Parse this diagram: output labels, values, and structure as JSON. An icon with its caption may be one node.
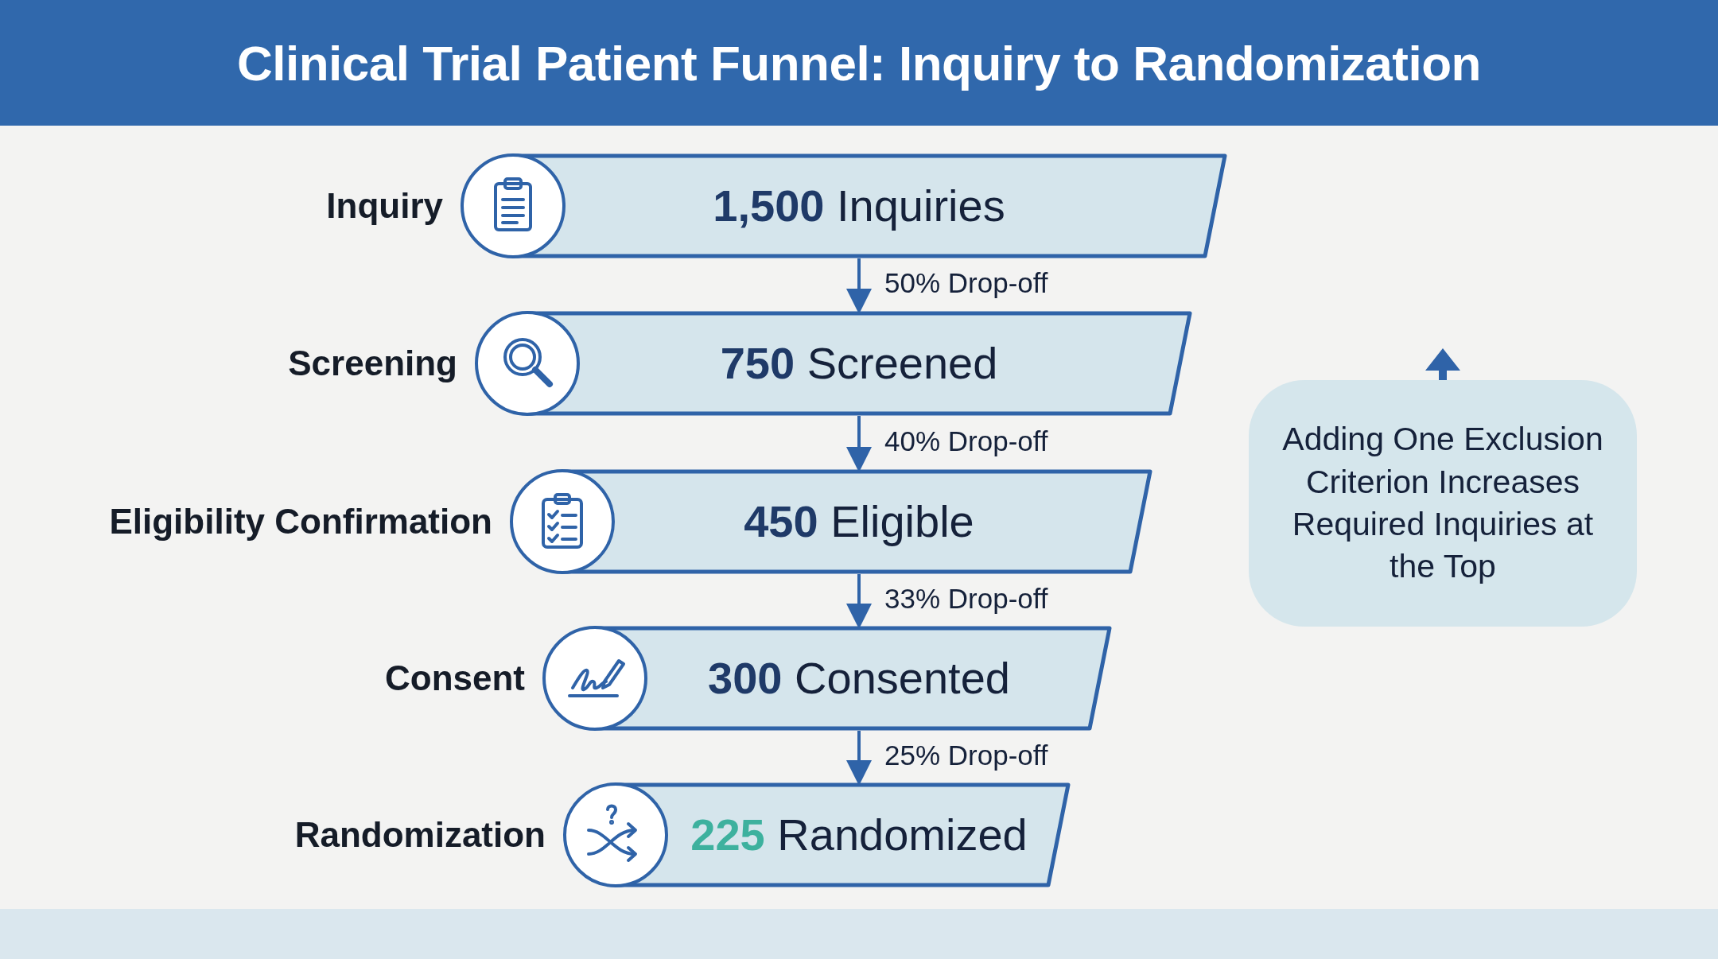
{
  "diagram": {
    "title": "Clinical Trial Patient Funnel: Inquiry to Randomization",
    "nodes": [
      {
        "text": [
          "Inquiry",
          "**1,500** Inquiries"
        ]
      },
      {
        "text": [
          "Screening",
          "**750** Screened"
        ]
      },
      {
        "text": [
          "Eligibility Confirmation",
          "**450** Eligible"
        ]
      },
      {
        "text": [
          "Consent",
          "**300** Consented"
        ]
      },
      {
        "text": [
          "Randomization",
          "**225** Randomized"
        ]
      },
      {
        "text": [
          "Adding One Exclusion Criterion Increases Required Inquiries at the Top"
        ]
      }
    ],
    "edges": [
      {
        "from": 0,
        "to": 1,
        "arrow": "to",
        "label": "50% Drop-off"
      },
      {
        "from": 1,
        "to": 2,
        "arrow": "to",
        "label": "40% Drop-off"
      },
      {
        "from": 2,
        "to": 3,
        "arrow": "to",
        "label": "33% Drop-off"
      },
      {
        "from": 3,
        "to": 4,
        "arrow": "to",
        "label": "25% Drop-off"
      }
    ]
  }
}
